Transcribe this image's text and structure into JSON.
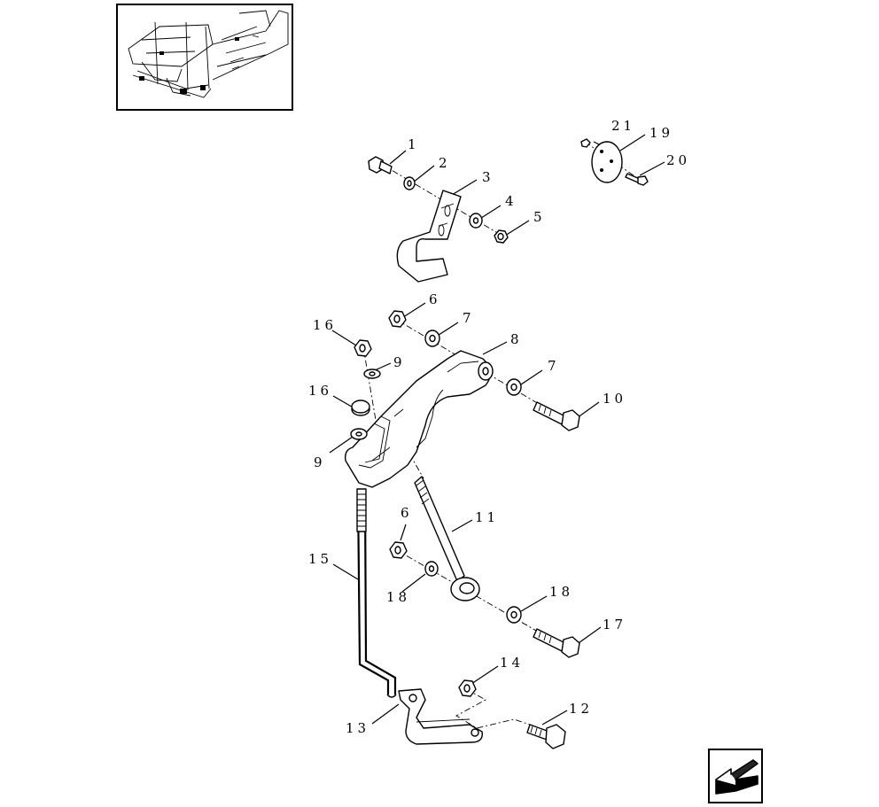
{
  "diagram": {
    "callouts": [
      {
        "id": "c1",
        "text": "1"
      },
      {
        "id": "c2",
        "text": "2"
      },
      {
        "id": "c3",
        "text": "3"
      },
      {
        "id": "c4",
        "text": "4"
      },
      {
        "id": "c5",
        "text": "5"
      },
      {
        "id": "c6a",
        "text": "6"
      },
      {
        "id": "c7a",
        "text": "7"
      },
      {
        "id": "c8",
        "text": "8"
      },
      {
        "id": "c7b",
        "text": "7"
      },
      {
        "id": "c10",
        "text": "10"
      },
      {
        "id": "c16a",
        "text": "16"
      },
      {
        "id": "c9a",
        "text": "9"
      },
      {
        "id": "c16b",
        "text": "16"
      },
      {
        "id": "c9b",
        "text": "9"
      },
      {
        "id": "c21",
        "text": "21"
      },
      {
        "id": "c19",
        "text": "19"
      },
      {
        "id": "c20",
        "text": "20"
      },
      {
        "id": "c11",
        "text": "11"
      },
      {
        "id": "c6b",
        "text": "6"
      },
      {
        "id": "c15",
        "text": "15"
      },
      {
        "id": "c18a",
        "text": "18"
      },
      {
        "id": "c18b",
        "text": "18"
      },
      {
        "id": "c17",
        "text": "17"
      },
      {
        "id": "c14",
        "text": "14"
      },
      {
        "id": "c12",
        "text": "12"
      },
      {
        "id": "c13",
        "text": "13"
      }
    ]
  },
  "nav": {
    "icon": "arrow-left-icon"
  }
}
